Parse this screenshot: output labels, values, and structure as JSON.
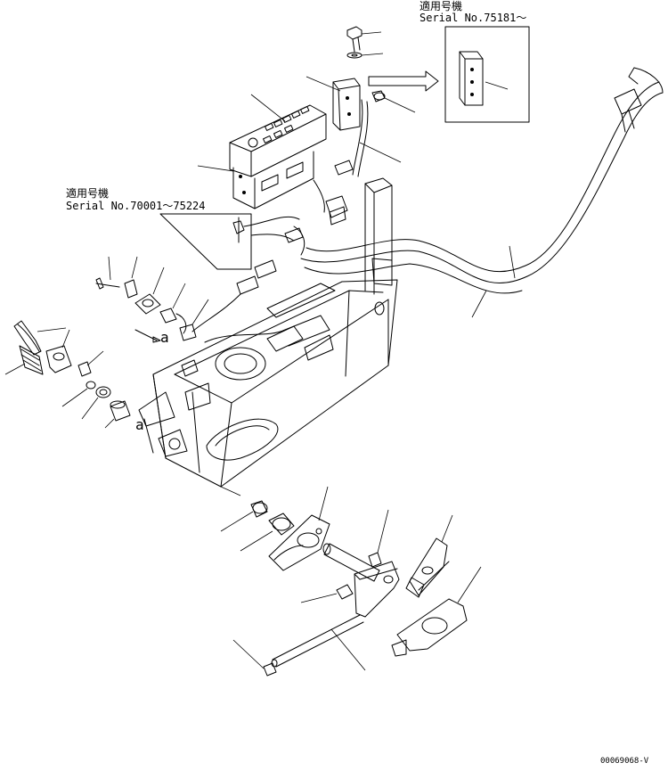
{
  "callouts": {
    "upper_title": "適用号機",
    "upper_serial": "Serial No.75181～",
    "left_title": "適用号機",
    "left_serial": "Serial No.70001～75224"
  },
  "letters": {
    "a_upper": "a",
    "a_lower": "a"
  },
  "drawing_number": "00069068-V",
  "icons": [
    "arrow-right-icon"
  ]
}
